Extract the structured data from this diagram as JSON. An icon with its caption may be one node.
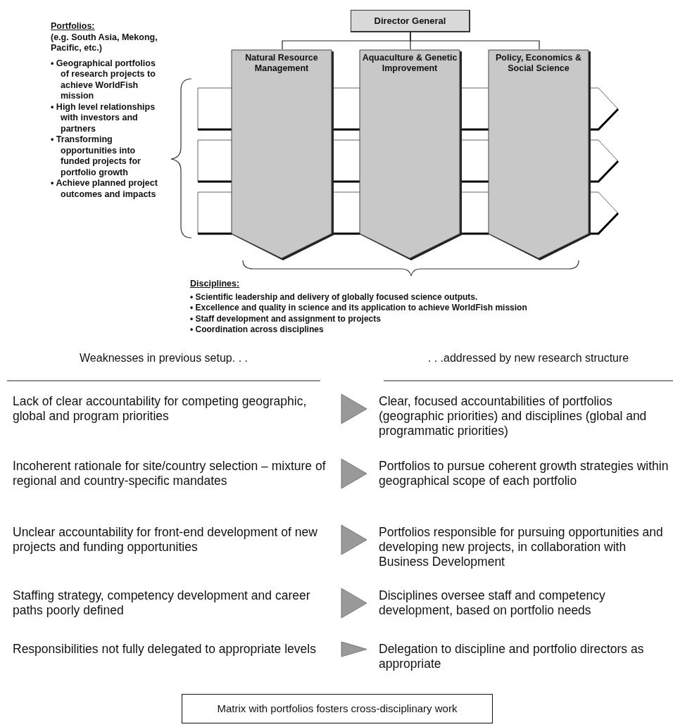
{
  "diagram": {
    "nodes": [
      {
        "text": [
          "Director General"
        ]
      },
      {
        "text": [
          "Natural Resource Management"
        ]
      },
      {
        "text": [
          "Aquaculture & Genetic Improvement"
        ]
      },
      {
        "text": [
          "Policy, Economics & Social Science"
        ]
      },
      {
        "text": [],
        "shape": "bar"
      },
      {
        "text": [],
        "shape": "bar"
      },
      {
        "text": [],
        "shape": "bar"
      },
      {
        "text": [
          "Lack of clear accountability for competing geographic, global and program priorities"
        ]
      },
      {
        "text": [
          "Clear, focused accountabilities of portfolios (geographic priorities) and disciplines (global and programmatic priorities)"
        ]
      },
      {
        "text": [
          "Incoherent rationale for site/country selection – mixture of regional and country-specific mandates"
        ]
      },
      {
        "text": [
          "Portfolios to pursue coherent growth strategies within geographical scope of each portfolio"
        ]
      },
      {
        "text": [
          "Unclear accountability for front-end development of new projects and funding opportunities"
        ]
      },
      {
        "text": [
          "Portfolios responsible for pursuing opportunities and developing new projects, in collaboration with Business Development"
        ]
      },
      {
        "text": [
          "Staffing strategy, competency development and career paths poorly defined"
        ]
      },
      {
        "text": [
          "Disciplines oversee staff and competency development, based on portfolio needs"
        ]
      },
      {
        "text": [
          "Responsibilities not fully delegated to appropriate levels"
        ]
      },
      {
        "text": [
          "Delegation to discipline and portfolio directors as appropriate"
        ]
      },
      {
        "text": [
          "Matrix with portfolios fosters cross-disciplinary work"
        ]
      }
    ],
    "edges": [
      {
        "from": 0,
        "to": 1,
        "arrow": "none"
      },
      {
        "from": 0,
        "to": 2,
        "arrow": "none"
      },
      {
        "from": 0,
        "to": 3,
        "arrow": "none"
      },
      {
        "from": 7,
        "to": 8,
        "arrow": "to"
      },
      {
        "from": 9,
        "to": 10,
        "arrow": "to"
      },
      {
        "from": 11,
        "to": 12,
        "arrow": "to"
      },
      {
        "from": 13,
        "to": 14,
        "arrow": "to"
      },
      {
        "from": 15,
        "to": 16,
        "arrow": "to"
      }
    ],
    "labels": [
      "Portfolios:",
      "(e.g. South Asia, Mekong, Pacific, etc.)",
      "• Geographical portfolios of research projects to achieve WorldFish mission",
      "• High level relationships with investors and partners",
      "• Transforming opportunities into funded projects for portfolio growth",
      "• Achieve planned project outcomes and impacts",
      "Disciplines:",
      "• Scientific leadership and delivery of globally focused science outputs.",
      "• Excellence and quality in science and its application to achieve WorldFish mission",
      "• Staff development and assignment to projects",
      "• Coordination across disciplines",
      "Weaknesses in previous setup. . .",
      ". . .addressed by new research structure"
    ]
  }
}
